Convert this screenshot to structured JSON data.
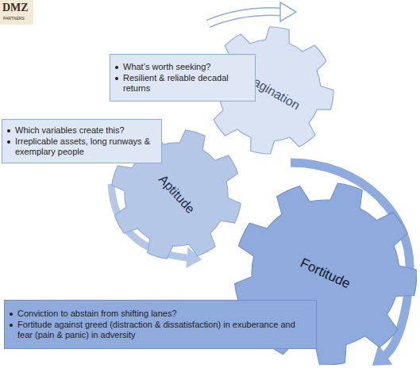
{
  "diagram": {
    "nodes": [
      {
        "text": [
          "What’s worth seeking?",
          "Resilient & reliable decadal returns"
        ]
      },
      {
        "text": [
          "Imagination"
        ]
      },
      {
        "text": [
          "Which variables create this?",
          "Irreplicable assets, long runways & exemplary people"
        ]
      },
      {
        "text": [
          "Aptitude"
        ]
      },
      {
        "text": [
          "Fortitude"
        ]
      },
      {
        "text": [
          "Conviction to abstain from shifting lanes?",
          "Fortitude against greed (distraction & dissatisfaction) in exuberance and fear (pain & panic) in adversity"
        ]
      }
    ],
    "labels": [
      "DMZ",
      "PARTNERS"
    ]
  }
}
